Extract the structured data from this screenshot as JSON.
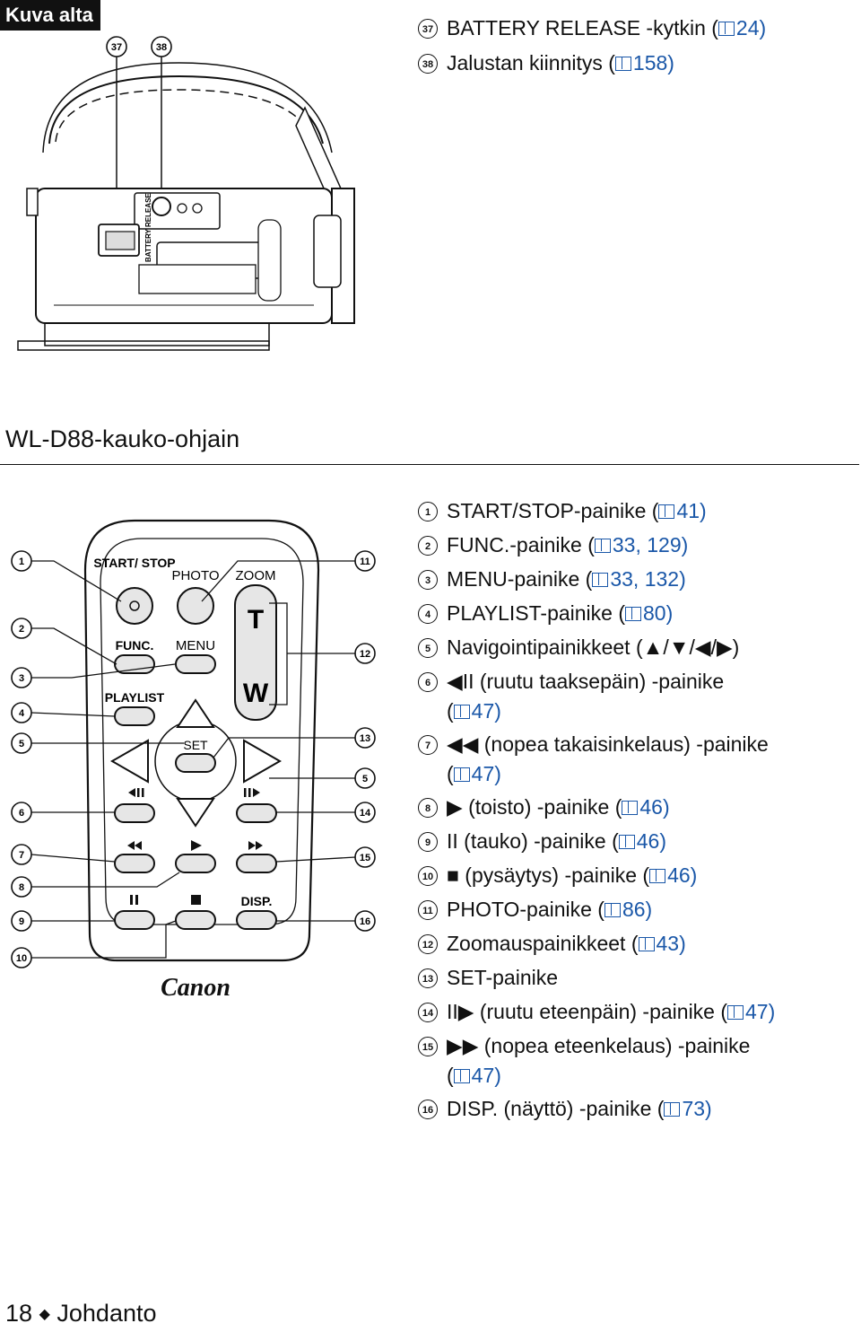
{
  "page": {
    "header": "Kuva alta",
    "section_title": "WL-D88-kauko-ohjain",
    "footer_page": "18",
    "footer_section": "Johdanto"
  },
  "top_list": [
    {
      "num": "37",
      "text": "BATTERY RELEASE -kytkin (",
      "ref": "24)"
    },
    {
      "num": "38",
      "text": "Jalustan kiinnitys (",
      "ref": "158)"
    }
  ],
  "camera_callouts": [
    "37",
    "38"
  ],
  "camera_labels": {
    "battery_release": "BATTERY RELEASE"
  },
  "remote": {
    "labels": {
      "start_stop": "START/ STOP",
      "photo": "PHOTO",
      "zoom": "ZOOM",
      "t": "T",
      "w": "W",
      "func": "FUNC.",
      "menu": "MENU",
      "playlist": "PLAYLIST",
      "set": "SET",
      "disp": "DISP.",
      "brand": "Canon"
    },
    "left_callouts": [
      "1",
      "2",
      "3",
      "4",
      "5",
      "6",
      "7",
      "8",
      "9",
      "10"
    ],
    "right_callouts": [
      "11",
      "12",
      "13",
      "5",
      "14",
      "15",
      "16"
    ]
  },
  "legend": [
    {
      "num": "1",
      "text": "START/STOP-painike (",
      "ref": "41)"
    },
    {
      "num": "2",
      "text": "FUNC.-painike (",
      "ref": "33, 129)"
    },
    {
      "num": "3",
      "text": "MENU-painike (",
      "ref": "33, 132)"
    },
    {
      "num": "4",
      "text": "PLAYLIST-painike (",
      "ref": "80)"
    },
    {
      "num": "5",
      "text": "Navigointipainikkeet (▲/▼/◀/▶)",
      "ref": ""
    },
    {
      "num": "6",
      "text": "◀II  (ruutu taaksepäin) -painike",
      "ref": ""
    },
    {
      "num": "",
      "text": "(",
      "ref": "47)"
    },
    {
      "num": "7",
      "text": "◀◀  (nopea takaisinkelaus) -painike",
      "ref": ""
    },
    {
      "num": "",
      "text": "(",
      "ref": "47)"
    },
    {
      "num": "8",
      "text": "▶  (toisto) -painike (",
      "ref": "46)"
    },
    {
      "num": "9",
      "text": "II  (tauko) -painike (",
      "ref": "46)"
    },
    {
      "num": "10",
      "text": "■  (pysäytys) -painike (",
      "ref": "46)"
    },
    {
      "num": "11",
      "text": "PHOTO-painike (",
      "ref": "86)"
    },
    {
      "num": "12",
      "text": "Zoomauspainikkeet (",
      "ref": "43)"
    },
    {
      "num": "13",
      "text": "SET-painike",
      "ref": ""
    },
    {
      "num": "14",
      "text": "II▶  (ruutu eteenpäin) -painike (",
      "ref": "47)"
    },
    {
      "num": "15",
      "text": "▶▶  (nopea eteenkelaus) -painike",
      "ref": ""
    },
    {
      "num": "",
      "text": "(",
      "ref": "47)"
    },
    {
      "num": "16",
      "text": "DISP. (näyttö) -painike (",
      "ref": "73)"
    }
  ]
}
